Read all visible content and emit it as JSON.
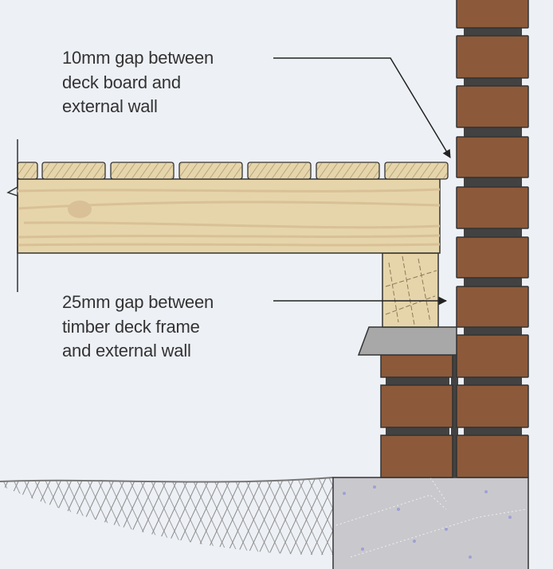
{
  "annotations": [
    {
      "lines": [
        "10mm gap between",
        "deck board and",
        "external wall"
      ]
    },
    {
      "lines": [
        "25mm gap between",
        "timber deck frame",
        "and external wall"
      ]
    }
  ],
  "colors": {
    "background": "#edf0f5",
    "brick": "#8c5a3a",
    "mortar": "#424242",
    "timber": "#e6d5aa",
    "timber_grain": "#d9c096",
    "concrete": "#c9c8cd",
    "sill": "#a8a8a8",
    "hatch": "#8a8a8a"
  }
}
